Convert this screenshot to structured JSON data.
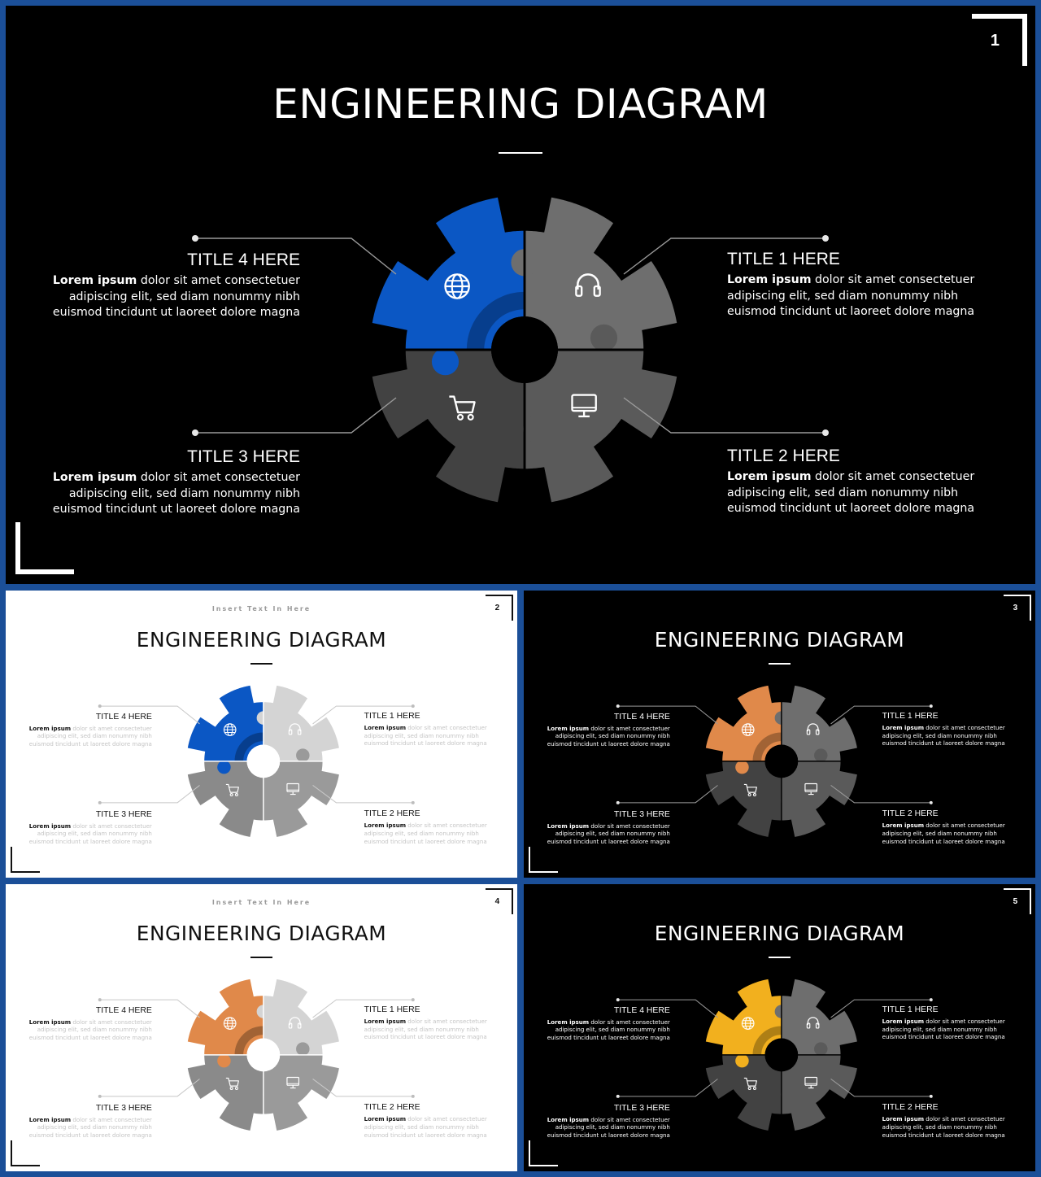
{
  "slides": [
    {
      "number": "1",
      "theme": "dark",
      "title": "ENGINEERING DIAGRAM",
      "subtitle": "",
      "accent": "#0b57c4",
      "items": [
        {
          "title": "TITLE 1 HERE",
          "bold": "Lorem ipsum",
          "text": " dolor sit amet consectetuer adipiscing elit, sed diam nonummy nibh euismod tincidunt ut laoreet dolore magna",
          "icon": "headphones-icon"
        },
        {
          "title": "TITLE 2 HERE",
          "bold": "Lorem ipsum",
          "text": " dolor sit amet consectetuer adipiscing elit, sed diam nonummy nibh euismod tincidunt ut laoreet dolore magna",
          "icon": "monitor-icon"
        },
        {
          "title": "TITLE 3 HERE",
          "bold": "Lorem ipsum",
          "text": " dolor sit amet consectetuer adipiscing elit, sed diam nonummy nibh euismod tincidunt ut laoreet dolore magna",
          "icon": "shopping-cart-icon"
        },
        {
          "title": "TITLE 4 HERE",
          "bold": "Lorem ipsum",
          "text": " dolor sit amet consectetuer adipiscing elit, sed diam nonummy nibh euismod tincidunt ut laoreet dolore magna",
          "icon": "globe-icon"
        }
      ]
    },
    {
      "number": "2",
      "theme": "light",
      "title": "ENGINEERING DIAGRAM",
      "subtitle": "Insert Text In Here",
      "accent": "#0b57c4",
      "items": [
        {
          "title": "TITLE 1 HERE",
          "bold": "Lorem ipsum",
          "text": " dolor sit amet consectetuer adipiscing elit, sed diam nonummy nibh euismod tincidunt ut laoreet dolore magna",
          "icon": "headphones-icon"
        },
        {
          "title": "TITLE 2 HERE",
          "bold": "Lorem ipsum",
          "text": " dolor sit amet consectetuer adipiscing elit, sed diam nonummy nibh euismod tincidunt ut laoreet dolore magna",
          "icon": "monitor-icon"
        },
        {
          "title": "TITLE 3 HERE",
          "bold": "Lorem ipsum",
          "text": " dolor sit amet consectetuer adipiscing elit, sed diam nonummy nibh euismod tincidunt ut laoreet dolore magna",
          "icon": "shopping-cart-icon"
        },
        {
          "title": "TITLE 4 HERE",
          "bold": "Lorem ipsum",
          "text": " dolor sit amet consectetuer adipiscing elit, sed diam nonummy nibh euismod tincidunt ut laoreet dolore magna",
          "icon": "globe-icon"
        }
      ]
    },
    {
      "number": "3",
      "theme": "dark",
      "title": "ENGINEERING DIAGRAM",
      "subtitle": "",
      "accent": "#e0894a",
      "items": [
        {
          "title": "TITLE 1 HERE",
          "bold": "Lorem ipsum",
          "text": " dolor sit amet consectetuer adipiscing elit, sed diam nonummy nibh euismod tincidunt ut laoreet dolore magna",
          "icon": "headphones-icon"
        },
        {
          "title": "TITLE 2 HERE",
          "bold": "Lorem ipsum",
          "text": " dolor sit amet consectetuer adipiscing elit, sed diam nonummy nibh euismod tincidunt ut laoreet dolore magna",
          "icon": "monitor-icon"
        },
        {
          "title": "TITLE 3 HERE",
          "bold": "Lorem ipsum",
          "text": " dolor sit amet consectetuer adipiscing elit, sed diam nonummy nibh euismod tincidunt ut laoreet dolore magna",
          "icon": "shopping-cart-icon"
        },
        {
          "title": "TITLE 4 HERE",
          "bold": "Lorem ipsum",
          "text": " dolor sit amet consectetuer adipiscing elit, sed diam nonummy nibh euismod tincidunt ut laoreet dolore magna",
          "icon": "globe-icon"
        }
      ]
    },
    {
      "number": "4",
      "theme": "light",
      "title": "ENGINEERING DIAGRAM",
      "subtitle": "Insert Text In Here",
      "accent": "#e0894a",
      "items": [
        {
          "title": "TITLE 1 HERE",
          "bold": "Lorem ipsum",
          "text": " dolor sit amet consectetuer adipiscing elit, sed diam nonummy nibh euismod tincidunt ut laoreet dolore magna",
          "icon": "headphones-icon"
        },
        {
          "title": "TITLE 2 HERE",
          "bold": "Lorem ipsum",
          "text": " dolor sit amet consectetuer adipiscing elit, sed diam nonummy nibh euismod tincidunt ut laoreet dolore magna",
          "icon": "monitor-icon"
        },
        {
          "title": "TITLE 3 HERE",
          "bold": "Lorem ipsum",
          "text": " dolor sit amet consectetuer adipiscing elit, sed diam nonummy nibh euismod tincidunt ut laoreet dolore magna",
          "icon": "shopping-cart-icon"
        },
        {
          "title": "TITLE 4 HERE",
          "bold": "Lorem ipsum",
          "text": " dolor sit amet consectetuer adipiscing elit, sed diam nonummy nibh euismod tincidunt ut laoreet dolore magna",
          "icon": "globe-icon"
        }
      ]
    },
    {
      "number": "5",
      "theme": "dark",
      "title": "ENGINEERING DIAGRAM",
      "subtitle": "",
      "accent": "#f2b01e",
      "items": [
        {
          "title": "TITLE 1 HERE",
          "bold": "Lorem ipsum",
          "text": " dolor sit amet consectetuer adipiscing elit, sed diam nonummy nibh euismod tincidunt ut laoreet dolore magna",
          "icon": "headphones-icon"
        },
        {
          "title": "TITLE 2 HERE",
          "bold": "Lorem ipsum",
          "text": " dolor sit amet consectetuer adipiscing elit, sed diam nonummy nibh euismod tincidunt ut laoreet dolore magna",
          "icon": "monitor-icon"
        },
        {
          "title": "TITLE 3 HERE",
          "bold": "Lorem ipsum",
          "text": " dolor sit amet consectetuer adipiscing elit, sed diam nonummy nibh euismod tincidunt ut laoreet dolore magna",
          "icon": "shopping-cart-icon"
        },
        {
          "title": "TITLE 4 HERE",
          "bold": "Lorem ipsum",
          "text": " dolor sit amet consectetuer adipiscing elit, sed diam nonummy nibh euismod tincidunt ut laoreet dolore magna",
          "icon": "globe-icon"
        }
      ]
    }
  ],
  "palette": {
    "frame": "#1b4f98",
    "dark_q1": "#6e6e6e",
    "dark_q2": "#5a5a5a",
    "dark_q3": "#424242",
    "light_q1": "#d4d4d4",
    "light_q2": "#9a9a9a",
    "light_q3": "#8a8a8a"
  }
}
